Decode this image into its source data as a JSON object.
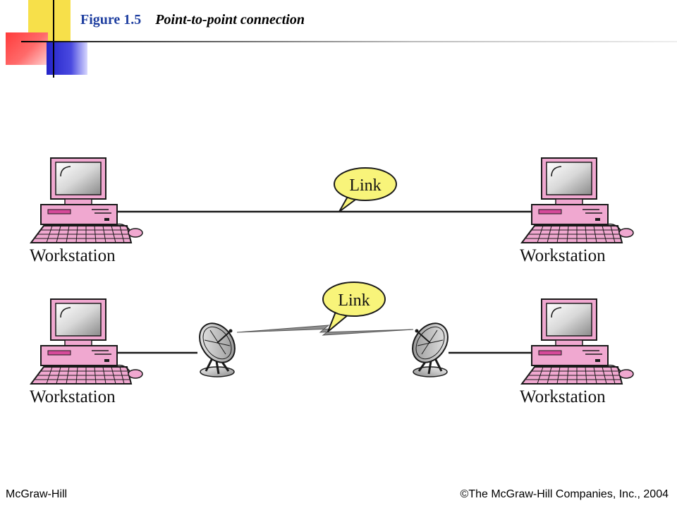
{
  "figure": {
    "number": "Figure 1.5",
    "caption": "Point-to-point connection"
  },
  "diagram": {
    "top_row": {
      "left_label": "Workstation",
      "right_label": "Workstation",
      "link_label": "Link"
    },
    "bottom_row": {
      "left_label": "Workstation",
      "right_label": "Workstation",
      "link_label": "Link"
    }
  },
  "footer": {
    "left": "McGraw-Hill",
    "right": "©The McGraw-Hill Companies, Inc., 2004"
  },
  "colors": {
    "computer_pink": "#f0a8d0",
    "computer_outline": "#1a1a1a",
    "callout_yellow": "#f8f47a",
    "title_blue": "#1f3fa0"
  }
}
